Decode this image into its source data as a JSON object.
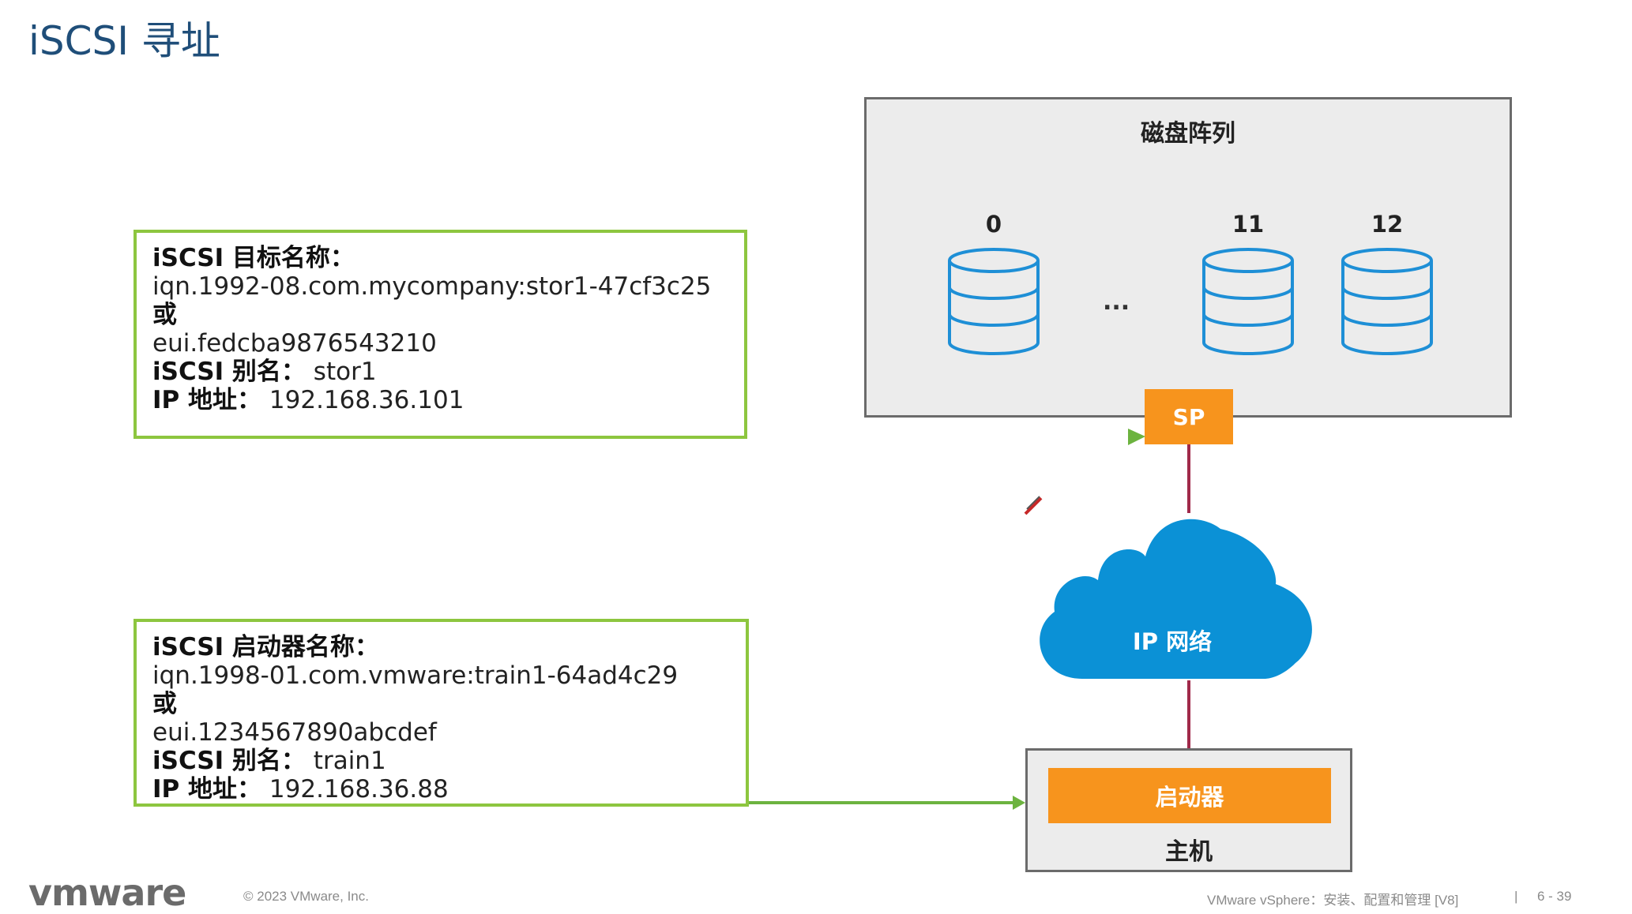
{
  "slide": {
    "title": "iSCSI 寻址"
  },
  "target_box": {
    "name_label": "iSCSI 目标名称：",
    "iqn": "iqn.1992-08.com.mycompany:stor1-47cf3c25",
    "or": "或",
    "eui": "eui.fedcba9876543210",
    "alias_label": "iSCSI 别名：",
    "alias_value": "stor1",
    "ip_label": "IP 地址：",
    "ip_value": "192.168.36.101"
  },
  "initiator_box": {
    "name_label": "iSCSI 启动器名称：",
    "iqn": "iqn.1998-01.com.vmware:train1-64ad4c29",
    "or": "或",
    "eui": "eui.1234567890abcdef",
    "alias_label": "iSCSI 别名：",
    "alias_value": "train1",
    "ip_label": "IP 地址：",
    "ip_value": "192.168.36.88"
  },
  "disk_array": {
    "title": "磁盘阵列",
    "disks": [
      {
        "label": "0"
      },
      {
        "label": "11"
      },
      {
        "label": "12"
      }
    ],
    "ellipsis": "...",
    "sp_label": "SP"
  },
  "network": {
    "label": "IP 网络"
  },
  "host": {
    "initiator_label": "启动器",
    "label": "主机"
  },
  "footer": {
    "logo": "vmware",
    "copyright": "© 2023 VMware, Inc.",
    "course": "VMware vSphere：安装、配置和管理 [V8]",
    "separator": "|",
    "page": "6 - 39"
  },
  "colors": {
    "title": "#1f4e79",
    "box_border": "#8dc63f",
    "orange": "#f7941d",
    "cloud": "#0b91d6",
    "disk_stroke": "#1e8fd6",
    "link_line": "#a0294a",
    "arrow": "#6cb33f"
  }
}
